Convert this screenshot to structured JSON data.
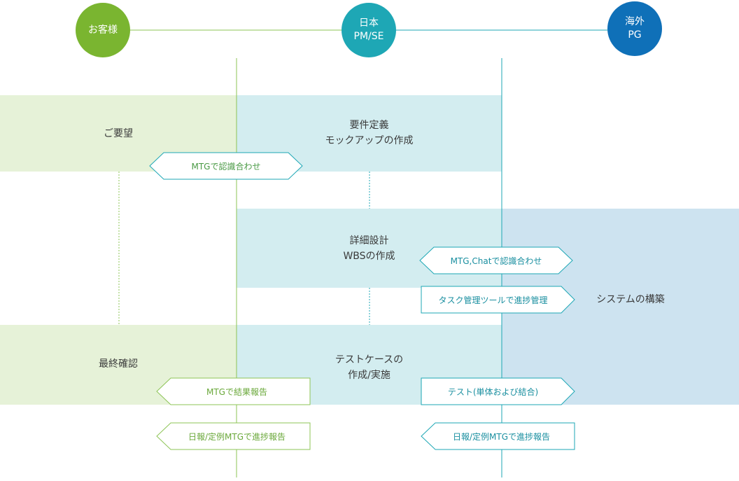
{
  "actors": {
    "client": {
      "label": "お客様",
      "color": "#7ab530"
    },
    "japan": {
      "label": "日本\nPM/SE",
      "color": "#1ea7b5"
    },
    "overseas": {
      "label": "海外\nPG",
      "color": "#0f70b8"
    }
  },
  "bands": {
    "client_request": "ご要望",
    "requirements": "要件定義\nモックアップの作成",
    "detail_design": "詳細設計\nWBSの作成",
    "system_build": "システムの構築",
    "final_check": "最終確認",
    "test_case": "テストケースの\n作成/実施"
  },
  "arrows": {
    "mtg_agree": "MTGで認識合わせ",
    "mtg_chat_agree": "MTG,Chatで認識合わせ",
    "task_tool": "タスク管理ツールで進捗管理",
    "mtg_result": "MTGで結果報告",
    "test_unit": "テスト(単体および結合)",
    "daily_left": "日報/定例MTGで進捗報告",
    "daily_right": "日報/定例MTGで進捗報告"
  },
  "colors": {
    "green_band": "#e6f2d8",
    "teal_band": "#d3edf0",
    "blue_band": "#cde3f0",
    "green_line": "#8dc456",
    "teal_line": "#1ea7b5",
    "blue_line": "#0f70b8"
  }
}
